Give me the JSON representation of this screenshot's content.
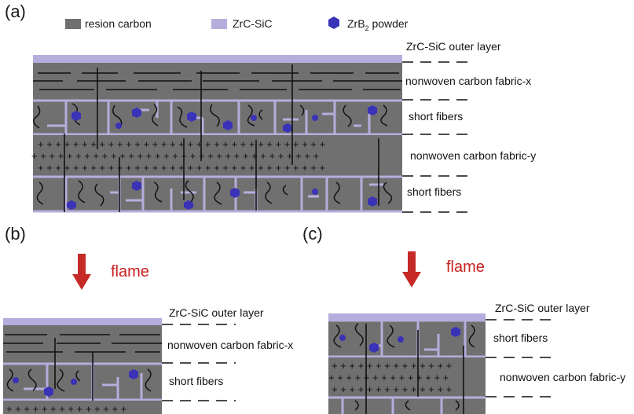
{
  "panels": {
    "a": "(a)",
    "b": "(b)",
    "c": "(c)"
  },
  "legend": {
    "resin": "resion carbon",
    "zrc_sic": "ZrC-SiC",
    "zrb2_main": "ZrB",
    "zrb2_sub": "2",
    "zrb2_rest": " powder"
  },
  "labels": {
    "outer_layer": "ZrC-SiC outer layer",
    "fabric_x": "nonwoven carbon fabric-x",
    "short_fibers": "short fibers",
    "fabric_y": "nonwoven carbon fabric-y",
    "flame": "flame"
  },
  "colors": {
    "carbon": "#707070",
    "zrc_sic": "#b7addc",
    "zrb2": "#3a33b8",
    "flame": "#c8201f",
    "arrow": "#c62a26"
  }
}
